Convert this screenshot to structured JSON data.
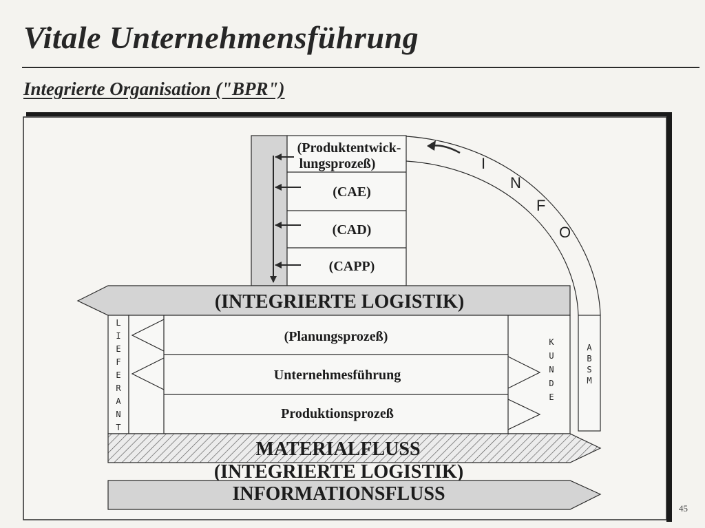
{
  "page": {
    "title": "Vitale Unternehmensführung",
    "subtitle": "Integrierte Organisation (\"BPR\")",
    "page_number": "45"
  },
  "diagram": {
    "development_column": {
      "line1": "(Produktentwick-",
      "line2": "lungsprozeß)",
      "steps": [
        "(CAE)",
        "(CAD)",
        "(CAPP)"
      ]
    },
    "info_arc": {
      "letters": [
        "I",
        "N",
        "F",
        "O"
      ]
    },
    "logistics_bar": "(INTEGRIERTE LOGISTIK)",
    "processes": [
      "(Planungsprozeß)",
      "Unternehmesführung",
      "Produktionsprozeß"
    ],
    "supplier_letters": [
      "L",
      "I",
      "E",
      "F",
      "E",
      "R",
      "A",
      "N",
      "T"
    ],
    "customer_letters": [
      "K",
      "U",
      "N",
      "D",
      "E"
    ],
    "absm_letters": [
      "A",
      "B",
      "S",
      "M"
    ],
    "material_flow": "MATERIALFLUSS",
    "logistics_overlay": "(INTEGRIERTE LOGISTIK)",
    "information_flow": "INFORMATIONSFLUSS",
    "colors": {
      "gray_fill": "#d4d4d4",
      "dark_line": "#2a2a2a",
      "frame_shadow": "#1a1a1a"
    }
  }
}
